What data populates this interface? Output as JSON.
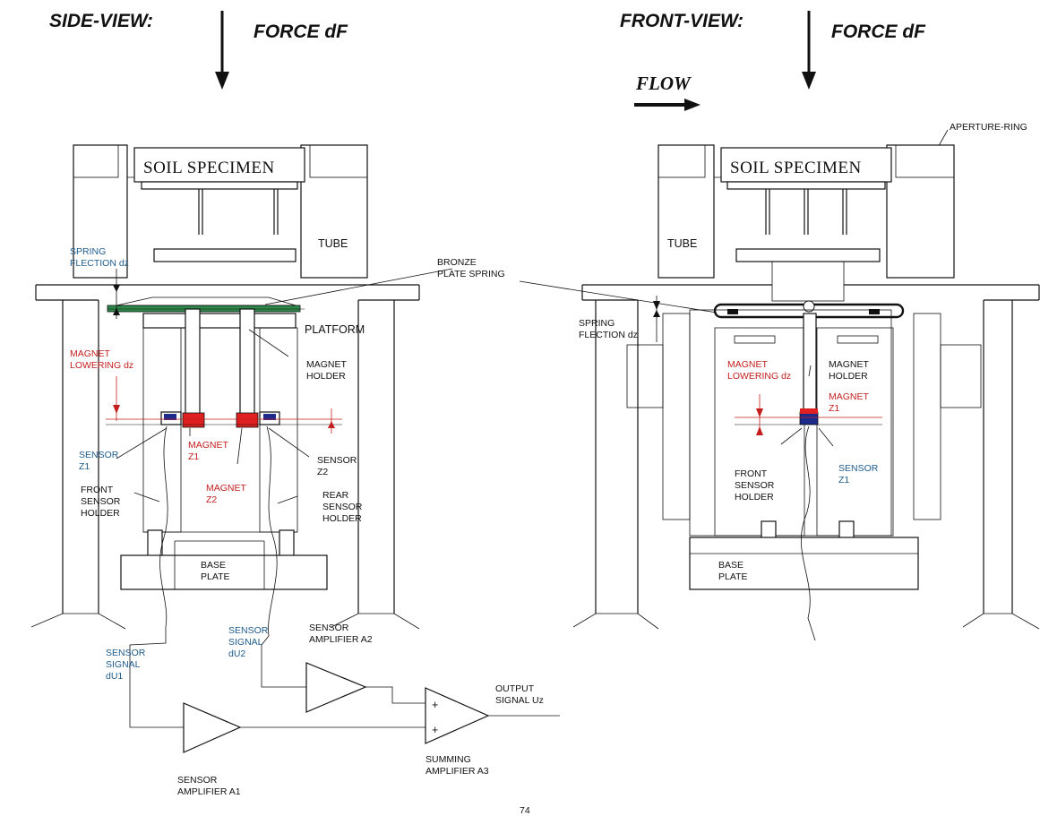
{
  "side_view": {
    "header": "SIDE-VIEW:",
    "force": "FORCE dF",
    "specimen": "SOIL SPECIMEN",
    "tube": "TUBE",
    "spring_flection": [
      "SPRING",
      "FLECTION dz"
    ],
    "bronze_plate_spring": [
      "BRONZE",
      "PLATE SPRING"
    ],
    "platform": "PLATFORM",
    "magnet_lowering": [
      "MAGNET",
      "LOWERING  dz"
    ],
    "magnet_holder": [
      "MAGNET",
      "HOLDER"
    ],
    "sensor_z1": [
      "SENSOR",
      "Z1"
    ],
    "magnet_z1": [
      "MAGNET",
      "Z1"
    ],
    "magnet_z2": [
      "MAGNET",
      "Z2"
    ],
    "sensor_z2": [
      "SENSOR",
      "Z2"
    ],
    "front_sensor_holder": [
      "FRONT",
      "SENSOR",
      "HOLDER"
    ],
    "rear_sensor_holder": [
      "REAR",
      "SENSOR",
      "HOLDER"
    ],
    "base_plate": [
      "BASE",
      "PLATE"
    ]
  },
  "front_view": {
    "header": "FRONT-VIEW:",
    "force": "FORCE dF",
    "flow": "FLOW",
    "aperture_ring": "APERTURE-RING",
    "specimen": "SOIL SPECIMEN",
    "tube": "TUBE",
    "spring_flection": [
      "SPRING",
      "FLECTION dz"
    ],
    "magnet_lowering": [
      "MAGNET",
      "LOWERING  dz"
    ],
    "magnet_holder": [
      "MAGNET",
      "HOLDER"
    ],
    "magnet_z1": [
      "MAGNET",
      "Z1"
    ],
    "front_sensor_holder": [
      "FRONT",
      "SENSOR",
      "HOLDER"
    ],
    "sensor_z1": [
      "SENSOR",
      "Z1"
    ],
    "base_plate": [
      "BASE",
      "PLATE"
    ]
  },
  "circuit": {
    "sensor_signal_du1": [
      "SENSOR",
      "SIGNAL",
      "dU1"
    ],
    "sensor_signal_du2": [
      "SENSOR",
      "SIGNAL",
      "dU2"
    ],
    "sensor_amplifier_a2": [
      "SENSOR",
      "AMPLIFIER  A2"
    ],
    "output_signal": [
      "OUTPUT",
      "SIGNAL  Uz"
    ],
    "sensor_amplifier_a1": [
      "SENSOR",
      "AMPLIFIER  A1"
    ],
    "summing_amplifier_a3": [
      "SUMMING",
      "AMPLIFIER  A3"
    ],
    "plus": "+"
  },
  "page_number": "74",
  "colors": {
    "label_red": "#c41e1e",
    "label_blue": "#1f5c8c",
    "magnet_fill": "#e02020",
    "sensor_fill": "#1c2a8a",
    "spring_green": "#2f8a4a"
  }
}
